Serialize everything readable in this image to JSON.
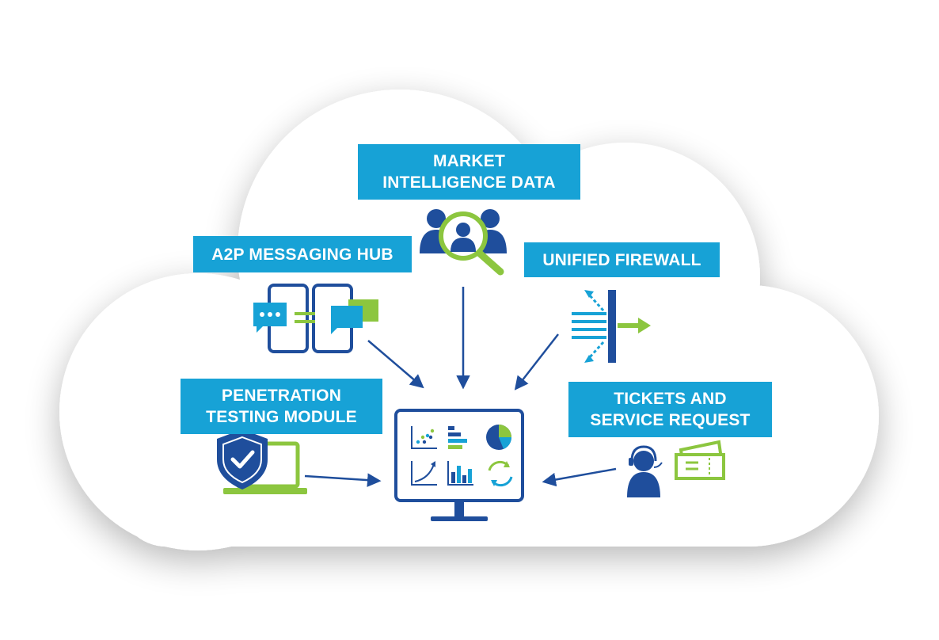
{
  "labels": {
    "market": {
      "line1": "MARKET",
      "line2": "INTELLIGENCE DATA"
    },
    "a2p": {
      "line1": "A2P MESSAGING HUB"
    },
    "firewall": {
      "line1": "UNIFIED FIREWALL"
    },
    "pentest": {
      "line1": "PENETRATION",
      "line2": "TESTING MODULE"
    },
    "tickets": {
      "line1": "TICKETS AND",
      "line2": "SERVICE REQUEST"
    }
  },
  "colors": {
    "label_bg": "#17a2d6",
    "navy": "#1f4e9c",
    "cyan": "#17a2d6",
    "lime": "#8cc63f",
    "cloud": "#ffffff"
  },
  "icons": {
    "market": "magnifier-people-icon",
    "a2p": "phones-chat-icon",
    "firewall": "firewall-icon",
    "pentest": "shield-laptop-icon",
    "tickets": "agent-ticket-icon",
    "center": "dashboard-monitor-icon"
  }
}
